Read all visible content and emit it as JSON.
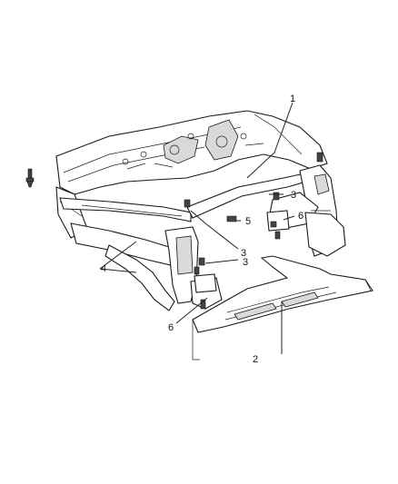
{
  "callouts": [
    {
      "id": "1",
      "text": "1"
    },
    {
      "id": "2",
      "text": "2"
    },
    {
      "id": "3a",
      "text": "3"
    },
    {
      "id": "3b",
      "text": "3"
    },
    {
      "id": "3c",
      "text": "3"
    },
    {
      "id": "4",
      "text": "4"
    },
    {
      "id": "5",
      "text": "5"
    },
    {
      "id": "6a",
      "text": "6"
    },
    {
      "id": "6b",
      "text": "6"
    }
  ]
}
